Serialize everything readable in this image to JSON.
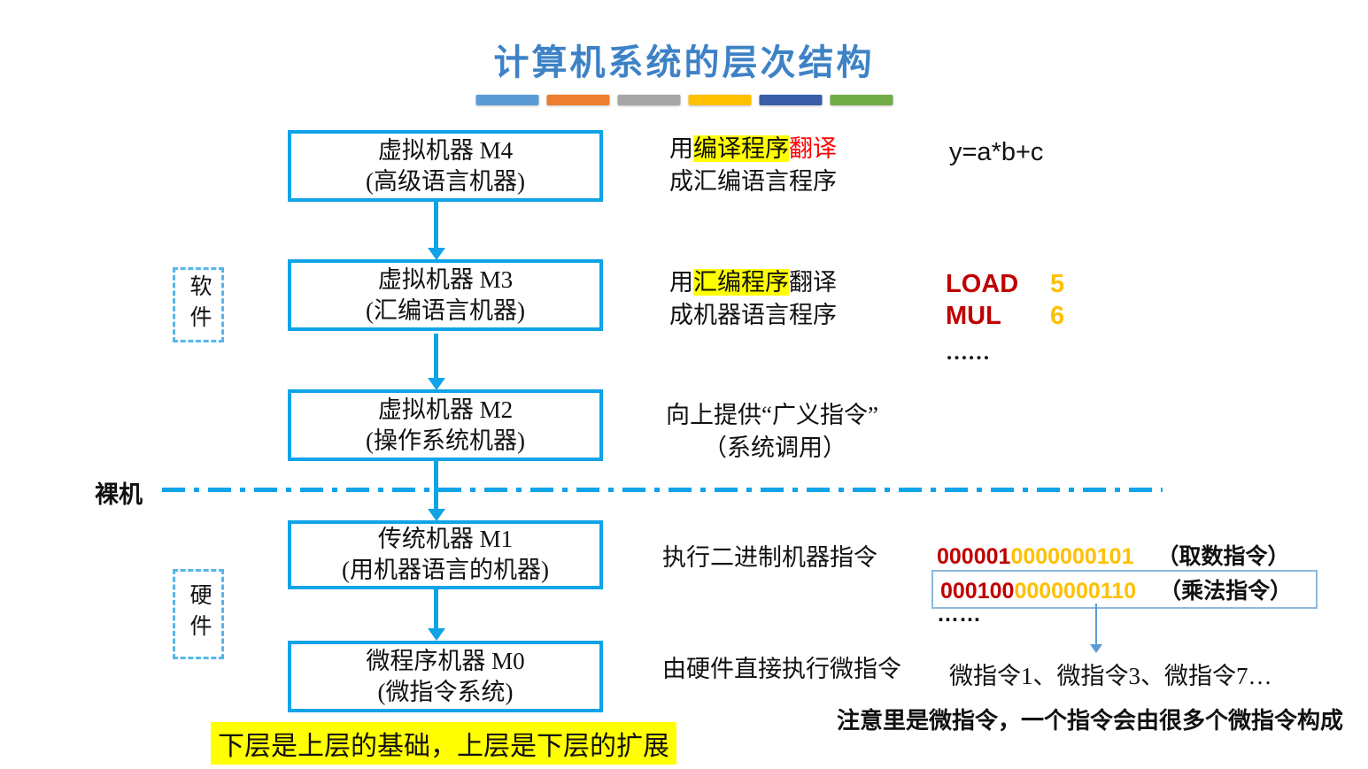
{
  "title": "计算机系统的层次结构",
  "accent_bars": [
    "#5B9BD5",
    "#ED7D31",
    "#A5A5A5",
    "#FFC000",
    "#3A5DA9",
    "#70AD47"
  ],
  "colors": {
    "title_blue": "#3E82C6",
    "box_border_blue": "#0FA3E8",
    "dashed_label_blue": "#53B7EA",
    "highlight_yellow": "#FFFF00",
    "red": "#FF0000",
    "dark_red": "#C00000",
    "orange": "#FFC000",
    "pointer_blue": "#5B9BD5"
  },
  "layers": {
    "software_label": "软件",
    "hardware_label": "硬件",
    "bare_machine_label": "裸机",
    "boxes": [
      {
        "line1": "虚拟机器 M4",
        "line2": "(高级语言机器)"
      },
      {
        "line1": "虚拟机器 M3",
        "line2": "(汇编语言机器)"
      },
      {
        "line1": "虚拟机器 M2",
        "line2": "(操作系统机器)"
      },
      {
        "line1": "传统机器 M1",
        "line2": "(用机器语言的机器)"
      },
      {
        "line1": "微程序机器 M0",
        "line2": "(微指令系统)"
      }
    ]
  },
  "descriptions": {
    "m4": {
      "prefix": "用",
      "highlight": "编译程序",
      "red": "翻译",
      "line2": "成汇编语言程序"
    },
    "m3": {
      "prefix": "用",
      "highlight": "汇编程序",
      "suffix": "翻译",
      "line2": "成机器语言程序"
    },
    "m2": {
      "line1": "向上提供“广义指令”",
      "line2": "（系统调用）"
    },
    "m1": {
      "line1": "执行二进制机器指令"
    },
    "m0": {
      "line1": "由硬件直接执行微指令"
    }
  },
  "examples": {
    "hll_code": "y=a*b+c",
    "assembly": {
      "rows": [
        {
          "op": "LOAD",
          "operand": "5"
        },
        {
          "op": "MUL",
          "operand": "6"
        }
      ],
      "ellipsis": "……"
    },
    "machine_instructions": [
      {
        "opcode": "000001",
        "address": "0000000101",
        "label": "（取数指令）"
      },
      {
        "opcode": "000100",
        "address": "0000000110",
        "label": "（乘法指令）"
      }
    ],
    "machine_ellipsis": "……",
    "micro_instructions": "微指令1、微指令3、微指令7…"
  },
  "notes": {
    "micro_note": "注意里是微指令，一个指令会由很多个微指令构成",
    "bottom_highlight": "下层是上层的基础，上层是下层的扩展"
  }
}
